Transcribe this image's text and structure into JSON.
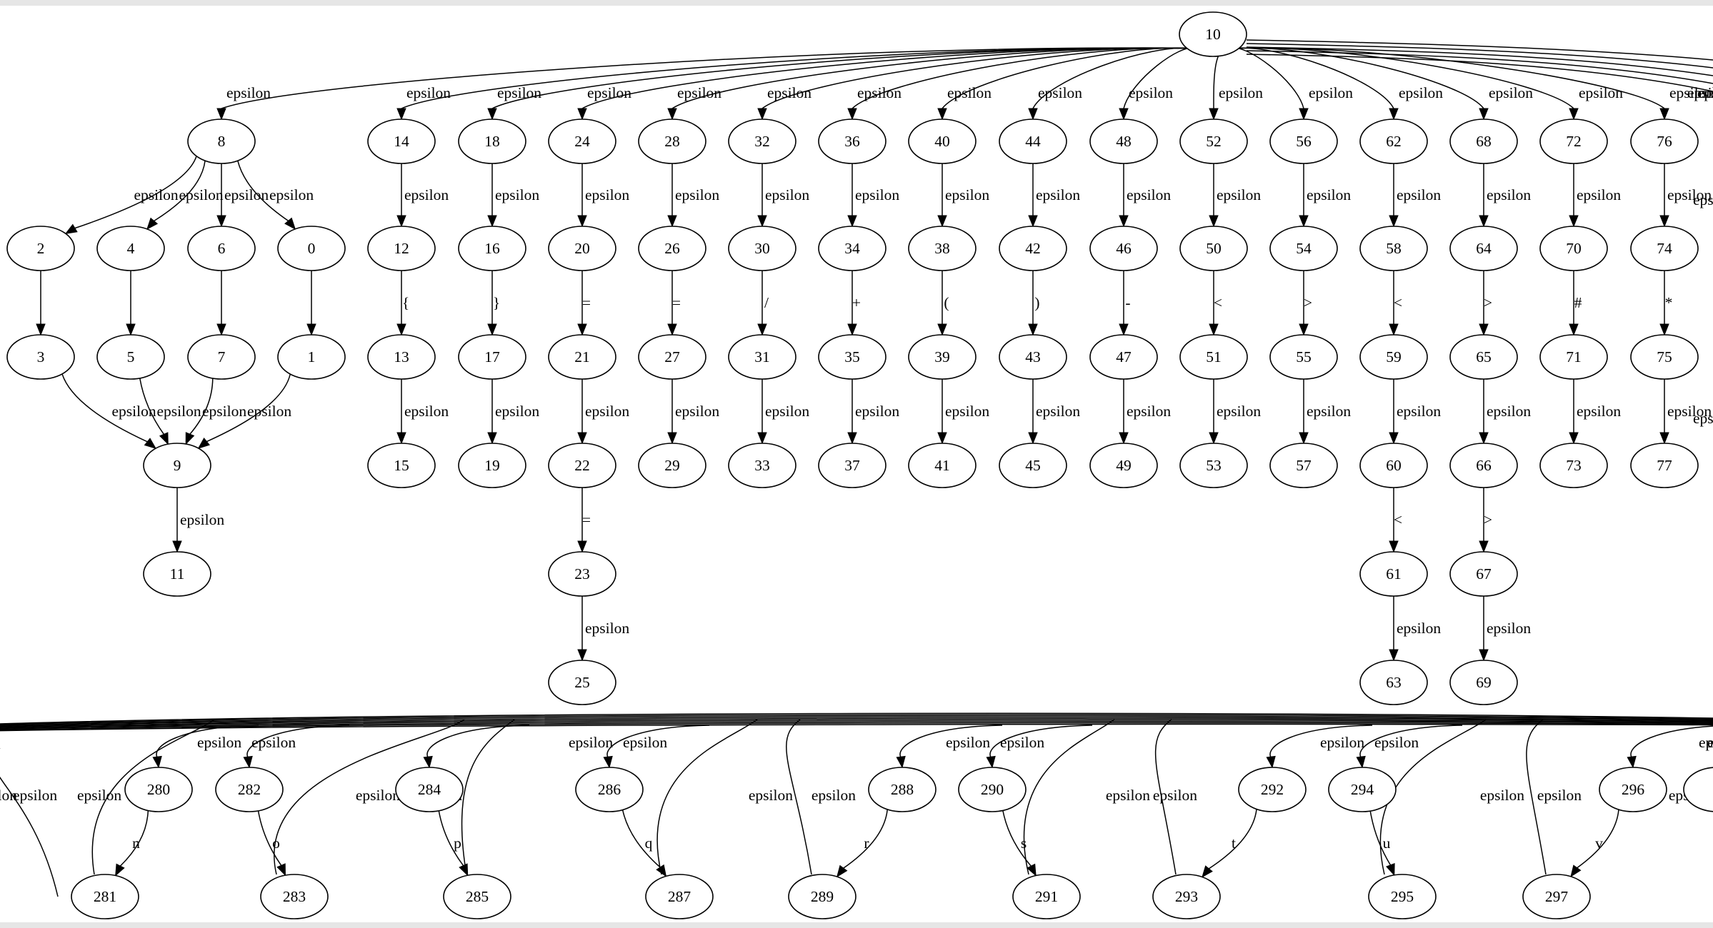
{
  "diagram": {
    "nodes": [
      "10",
      "8",
      "2",
      "4",
      "6",
      "0",
      "3",
      "5",
      "7",
      "1",
      "9",
      "11",
      "14",
      "12",
      "13",
      "15",
      "18",
      "16",
      "17",
      "19",
      "24",
      "20",
      "21",
      "22",
      "23",
      "25",
      "28",
      "26",
      "27",
      "29",
      "32",
      "30",
      "31",
      "33",
      "36",
      "34",
      "35",
      "37",
      "40",
      "38",
      "39",
      "41",
      "44",
      "42",
      "43",
      "45",
      "48",
      "46",
      "47",
      "49",
      "52",
      "50",
      "51",
      "53",
      "56",
      "54",
      "55",
      "57",
      "62",
      "58",
      "59",
      "60",
      "61",
      "63",
      "68",
      "64",
      "65",
      "66",
      "67",
      "69",
      "72",
      "70",
      "71",
      "73",
      "76",
      "74",
      "75",
      "77",
      "280",
      "281",
      "282",
      "283",
      "284",
      "285",
      "286",
      "287",
      "288",
      "289",
      "290",
      "291",
      "292",
      "293",
      "294",
      "295",
      "296",
      "297"
    ],
    "edges": [
      {
        "from": "10",
        "to": "8",
        "label": "epsilon"
      },
      {
        "from": "10",
        "to": "14",
        "label": "epsilon"
      },
      {
        "from": "10",
        "to": "18",
        "label": "epsilon"
      },
      {
        "from": "10",
        "to": "24",
        "label": "epsilon"
      },
      {
        "from": "10",
        "to": "28",
        "label": "epsilon"
      },
      {
        "from": "10",
        "to": "32",
        "label": "epsilon"
      },
      {
        "from": "10",
        "to": "36",
        "label": "epsilon"
      },
      {
        "from": "10",
        "to": "40",
        "label": "epsilon"
      },
      {
        "from": "10",
        "to": "44",
        "label": "epsilon"
      },
      {
        "from": "10",
        "to": "48",
        "label": "epsilon"
      },
      {
        "from": "10",
        "to": "52",
        "label": "epsilon"
      },
      {
        "from": "10",
        "to": "56",
        "label": "epsilon"
      },
      {
        "from": "10",
        "to": "62",
        "label": "epsilon"
      },
      {
        "from": "10",
        "to": "68",
        "label": "epsilon"
      },
      {
        "from": "10",
        "to": "72",
        "label": "epsilon"
      },
      {
        "from": "10",
        "to": "76",
        "label": "epsilon"
      },
      {
        "from": "8",
        "to": "2",
        "label": "epsilon"
      },
      {
        "from": "8",
        "to": "4",
        "label": "epsilon"
      },
      {
        "from": "8",
        "to": "6",
        "label": "epsilon"
      },
      {
        "from": "8",
        "to": "0",
        "label": "epsilon"
      },
      {
        "from": "2",
        "to": "3",
        "label": ""
      },
      {
        "from": "4",
        "to": "5",
        "label": ""
      },
      {
        "from": "6",
        "to": "7",
        "label": ""
      },
      {
        "from": "0",
        "to": "1",
        "label": ""
      },
      {
        "from": "3",
        "to": "9",
        "label": "epsilon"
      },
      {
        "from": "5",
        "to": "9",
        "label": "epsilon"
      },
      {
        "from": "7",
        "to": "9",
        "label": "epsilon"
      },
      {
        "from": "1",
        "to": "9",
        "label": "epsilon"
      },
      {
        "from": "9",
        "to": "11",
        "label": "epsilon"
      },
      {
        "from": "14",
        "to": "12",
        "label": "epsilon"
      },
      {
        "from": "12",
        "to": "13",
        "label": "{"
      },
      {
        "from": "13",
        "to": "15",
        "label": "epsilon"
      },
      {
        "from": "18",
        "to": "16",
        "label": "epsilon"
      },
      {
        "from": "16",
        "to": "17",
        "label": "}"
      },
      {
        "from": "17",
        "to": "19",
        "label": "epsilon"
      },
      {
        "from": "24",
        "to": "20",
        "label": "epsilon"
      },
      {
        "from": "20",
        "to": "21",
        "label": "="
      },
      {
        "from": "21",
        "to": "22",
        "label": "epsilon"
      },
      {
        "from": "22",
        "to": "23",
        "label": "="
      },
      {
        "from": "23",
        "to": "25",
        "label": "epsilon"
      },
      {
        "from": "28",
        "to": "26",
        "label": "epsilon"
      },
      {
        "from": "26",
        "to": "27",
        "label": "="
      },
      {
        "from": "27",
        "to": "29",
        "label": "epsilon"
      },
      {
        "from": "32",
        "to": "30",
        "label": "epsilon"
      },
      {
        "from": "30",
        "to": "31",
        "label": "/"
      },
      {
        "from": "31",
        "to": "33",
        "label": "epsilon"
      },
      {
        "from": "36",
        "to": "34",
        "label": "epsilon"
      },
      {
        "from": "34",
        "to": "35",
        "label": "+"
      },
      {
        "from": "35",
        "to": "37",
        "label": "epsilon"
      },
      {
        "from": "40",
        "to": "38",
        "label": "epsilon"
      },
      {
        "from": "38",
        "to": "39",
        "label": "("
      },
      {
        "from": "39",
        "to": "41",
        "label": "epsilon"
      },
      {
        "from": "44",
        "to": "42",
        "label": "epsilon"
      },
      {
        "from": "42",
        "to": "43",
        "label": ")"
      },
      {
        "from": "43",
        "to": "45",
        "label": "epsilon"
      },
      {
        "from": "48",
        "to": "46",
        "label": "epsilon"
      },
      {
        "from": "46",
        "to": "47",
        "label": "-"
      },
      {
        "from": "47",
        "to": "49",
        "label": "epsilon"
      },
      {
        "from": "52",
        "to": "50",
        "label": "epsilon"
      },
      {
        "from": "50",
        "to": "51",
        "label": "<"
      },
      {
        "from": "51",
        "to": "53",
        "label": "epsilon"
      },
      {
        "from": "56",
        "to": "54",
        "label": "epsilon"
      },
      {
        "from": "54",
        "to": "55",
        "label": ">"
      },
      {
        "from": "55",
        "to": "57",
        "label": "epsilon"
      },
      {
        "from": "62",
        "to": "58",
        "label": "epsilon"
      },
      {
        "from": "58",
        "to": "59",
        "label": "<"
      },
      {
        "from": "59",
        "to": "60",
        "label": "epsilon"
      },
      {
        "from": "60",
        "to": "61",
        "label": "<"
      },
      {
        "from": "61",
        "to": "63",
        "label": "epsilon"
      },
      {
        "from": "68",
        "to": "64",
        "label": "epsilon"
      },
      {
        "from": "64",
        "to": "65",
        "label": ">"
      },
      {
        "from": "65",
        "to": "66",
        "label": "epsilon"
      },
      {
        "from": "66",
        "to": "67",
        "label": ">"
      },
      {
        "from": "67",
        "to": "69",
        "label": "epsilon"
      },
      {
        "from": "72",
        "to": "70",
        "label": "epsilon"
      },
      {
        "from": "70",
        "to": "71",
        "label": "#"
      },
      {
        "from": "71",
        "to": "73",
        "label": "epsilon"
      },
      {
        "from": "76",
        "to": "74",
        "label": "epsilon"
      },
      {
        "from": "74",
        "to": "75",
        "label": "*"
      },
      {
        "from": "75",
        "to": "77",
        "label": "epsilon"
      },
      {
        "from": "280",
        "to": "281",
        "label": "n"
      },
      {
        "from": "282",
        "to": "283",
        "label": "o"
      },
      {
        "from": "284",
        "to": "285",
        "label": "p"
      },
      {
        "from": "286",
        "to": "287",
        "label": "q"
      },
      {
        "from": "288",
        "to": "289",
        "label": "r"
      },
      {
        "from": "290",
        "to": "291",
        "label": "s"
      },
      {
        "from": "292",
        "to": "293",
        "label": "t"
      },
      {
        "from": "294",
        "to": "295",
        "label": "u"
      },
      {
        "from": "296",
        "to": "297",
        "label": "v"
      }
    ],
    "partial_edge_labels": [
      "epsilon",
      "epsilon",
      "epsilon",
      "epsilon",
      "epsilon",
      "epsilon",
      "epsilon",
      "epsilon",
      "epsilon",
      "epsilon",
      "epsilon",
      "epsilon",
      "epsilon",
      "epsilon",
      "epsilon",
      "epsilon",
      "epsilon",
      "epsilon",
      "epsilon",
      "epsilon",
      "epsilon",
      "epsilon",
      "epsilon",
      "epsilon",
      "epsilon",
      "epsilon",
      "epsilon"
    ]
  }
}
